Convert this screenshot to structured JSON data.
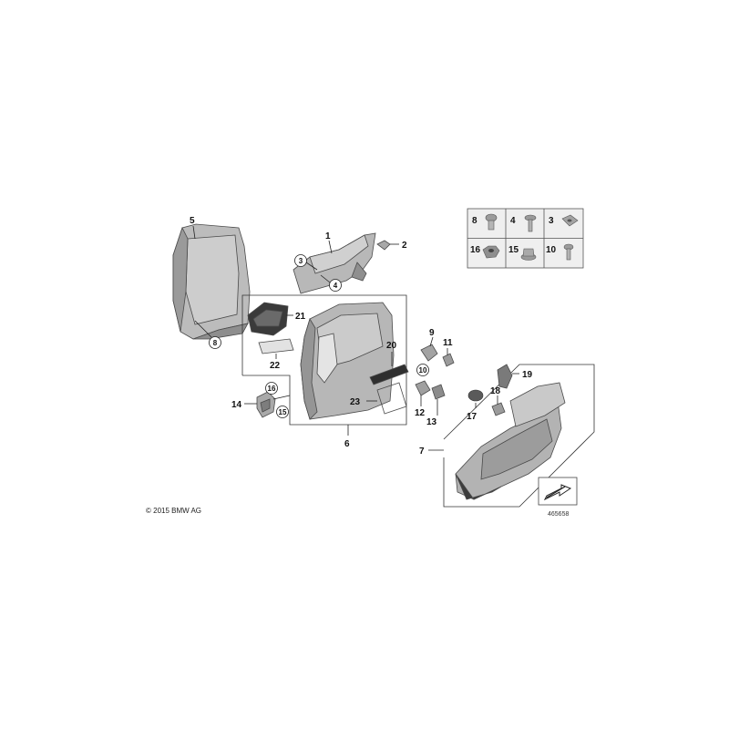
{
  "copyright": "© 2015 BMW AG",
  "diagram_id": "465658",
  "callouts": {
    "c1": "1",
    "c2": "2",
    "c3": "3",
    "c4": "4",
    "c5": "5",
    "c6": "6",
    "c7": "7",
    "c8": "8",
    "c9": "9",
    "c10": "10",
    "c11": "11",
    "c12": "12",
    "c13": "13",
    "c14": "14",
    "c15": "15",
    "c16": "16",
    "c17": "17",
    "c18": "18",
    "c19": "19",
    "c20": "20",
    "c21": "21",
    "c22": "22",
    "c23": "23"
  },
  "fastener_grid": [
    "8",
    "4",
    "3",
    "16",
    "15",
    "10"
  ],
  "colors": {
    "part_fill": "#b9b9b9",
    "part_dark": "#8a8a8a",
    "part_light": "#d8d8d8",
    "grid_bg": "#efefef"
  }
}
